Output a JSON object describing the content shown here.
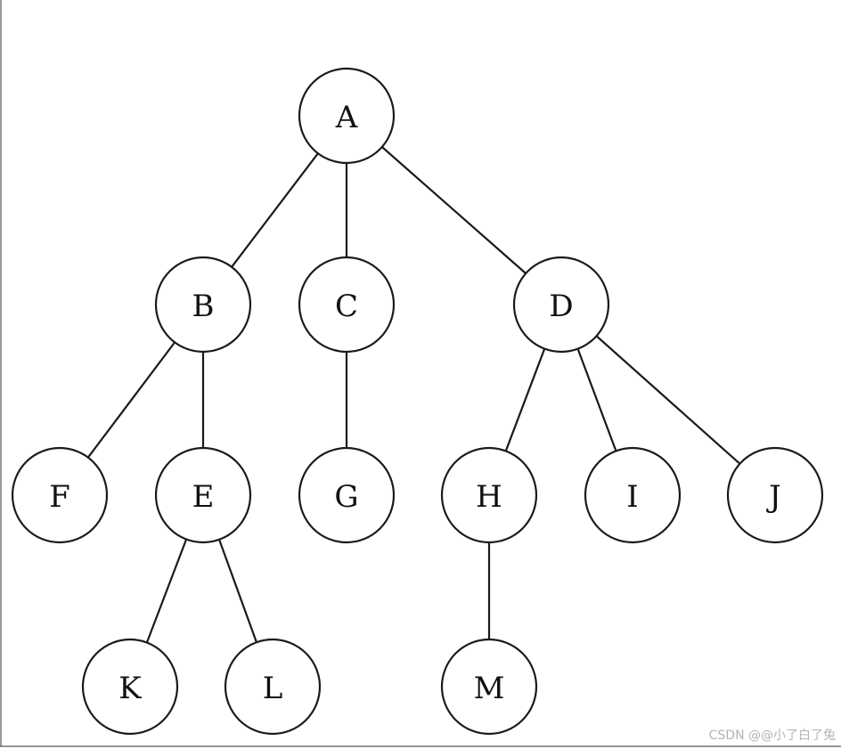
{
  "diagram": {
    "type": "tree",
    "nodes": [
      {
        "id": "A",
        "label": "A"
      },
      {
        "id": "B",
        "label": "B"
      },
      {
        "id": "C",
        "label": "C"
      },
      {
        "id": "D",
        "label": "D"
      },
      {
        "id": "F",
        "label": "F"
      },
      {
        "id": "E",
        "label": "E"
      },
      {
        "id": "G",
        "label": "G"
      },
      {
        "id": "H",
        "label": "H"
      },
      {
        "id": "I",
        "label": "I"
      },
      {
        "id": "J",
        "label": "J"
      },
      {
        "id": "K",
        "label": "K"
      },
      {
        "id": "L",
        "label": "L"
      },
      {
        "id": "M",
        "label": "M"
      }
    ],
    "edges": [
      {
        "from": "A",
        "to": "B"
      },
      {
        "from": "A",
        "to": "C"
      },
      {
        "from": "A",
        "to": "D"
      },
      {
        "from": "B",
        "to": "F"
      },
      {
        "from": "B",
        "to": "E"
      },
      {
        "from": "C",
        "to": "G"
      },
      {
        "from": "D",
        "to": "H"
      },
      {
        "from": "D",
        "to": "I"
      },
      {
        "from": "D",
        "to": "J"
      },
      {
        "from": "E",
        "to": "K"
      },
      {
        "from": "E",
        "to": "L"
      },
      {
        "from": "H",
        "to": "M"
      }
    ]
  },
  "watermark": "CSDN @@小了白了兔"
}
